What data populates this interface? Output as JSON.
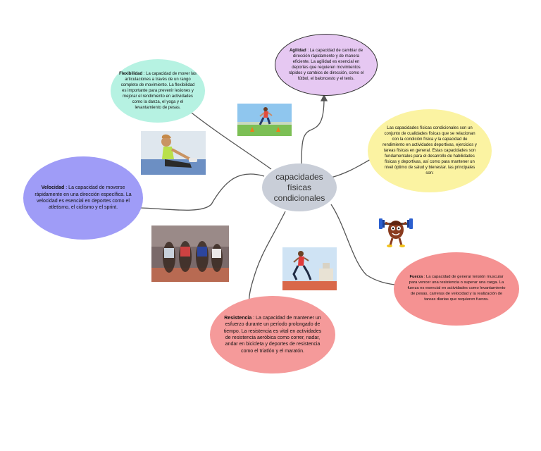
{
  "center": {
    "label": "capacidades físicas condicionales"
  },
  "nodes": {
    "agilidad": {
      "title": "Agilidad",
      "text": ": La capacidad de cambiar de dirección rápidamente y de manera eficiente. La agilidad es esencial en deportes que requieren movimientos rápidos y cambios de dirección, como el fútbol, el baloncesto y el tenis.",
      "color": "#e6c8f2"
    },
    "flexibilidad": {
      "title": "Flexibilidad",
      "text": ": La capacidad de mover las articulaciones a través de un rango completo de movimiento. La flexibilidad es importante para prevenir lesiones y mejorar el rendimiento en actividades como la danza, el yoga y el levantamiento de pesas.",
      "color": "#b6f2e2"
    },
    "definicion": {
      "text": "Las capacidades físicas condicionales son un conjunto de cualidades físicas que se relacionan con la condición física y la capacidad de rendimiento en actividades deportivas, ejercicios y tareas físicas en general. Estas capacidades son fundamentales para el desarrollo de habilidades físicas y deportivas, así como para mantener un nivel óptimo de salud y bienestar. las principales son:",
      "color": "#fbf3a2"
    },
    "velocidad": {
      "title": "Velocidad",
      "text": ": La capacidad de moverse rápidamente en una dirección específica. La velocidad es esencial en deportes como el atletismo, el ciclismo y el sprint.",
      "color": "#9f9cf7"
    },
    "fuerza": {
      "title": "Fuerza",
      "text": ": La capacidad de generar tensión muscular para vencer una resistencia o superar una carga. La fuerza es esencial en actividades como levantamiento de pesas, carreras de velocidad y la realización de tareas diarias que requieren fuerza.",
      "color": "#f59292"
    },
    "resistencia": {
      "title": "Resistencia",
      "text": ": La capacidad de mantener un esfuerzo durante un período prolongado de tiempo. La resistencia es vital en actividades de resistencia aeróbica como correr, nadar, andar en bicicleta y deportes de resistencia como el triatlón y el maratón.",
      "color": "#f59a9a"
    }
  },
  "icons": [
    "agility-jump-photo",
    "stretching-woman-photo",
    "sprinters-race-photo",
    "runner-track-photo",
    "weightlifter-mascot-icon"
  ]
}
